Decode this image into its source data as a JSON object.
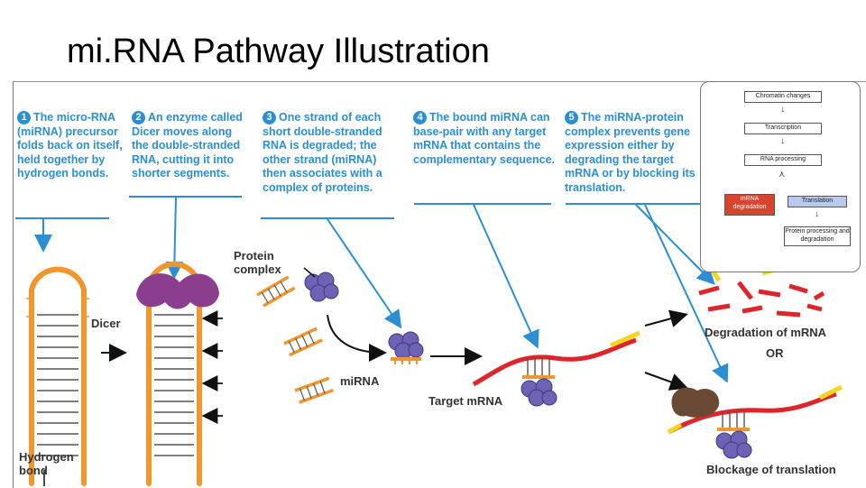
{
  "title": "mi.RNA Pathway Illustration",
  "steps": [
    {
      "num": "1",
      "text": "The micro-RNA (miRNA) precursor folds back on itself, held together by hydrogen bonds."
    },
    {
      "num": "2",
      "text": "An enzyme called Dicer moves along the double-stranded RNA, cutting it into shorter segments."
    },
    {
      "num": "3",
      "text": "One strand of each short double-stranded RNA is degraded; the other strand (miRNA) then associates with a complex of proteins."
    },
    {
      "num": "4",
      "text": "The bound miRNA can base-pair with any target mRNA that contains the complementary sequence."
    },
    {
      "num": "5",
      "text": "The miRNA-protein complex prevents gene expression either by degrading the target mRNA or by blocking its translation."
    }
  ],
  "labels": {
    "dicer": "Dicer",
    "protein_complex": "Protein complex",
    "mirna": "miRNA",
    "target_mrna": "Target mRNA",
    "degradation": "Degradation of mRNA",
    "or": "OR",
    "blockage": "Blockage of translation",
    "hydrogen_bond": "Hydrogen bond"
  },
  "flowchart": {
    "chromatin": "Chromatin changes",
    "transcription": "Transcription",
    "rna_processing": "RNA processing",
    "mrna_degradation": "mRNA degradation",
    "translation": "Translation",
    "protein_processing": "Protein processing and degradation"
  },
  "colors": {
    "step_text": "#2a8fd4",
    "rna_orange": "#f0962d",
    "mrna_red": "#e0252a",
    "mrna_yellow": "#f2d61f",
    "dicer_purple": "#8b3d8e",
    "protein_blue": "#6d63b5",
    "ribosome_brown": "#6b4a35"
  }
}
